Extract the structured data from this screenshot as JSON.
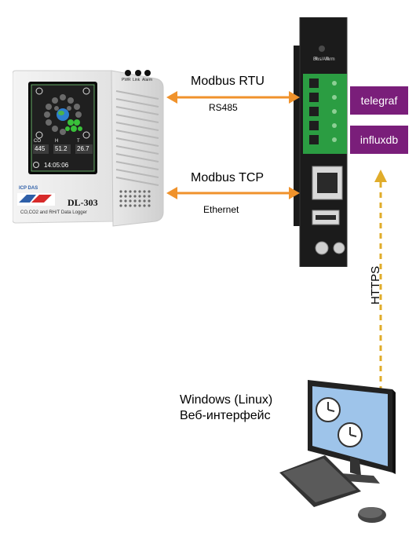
{
  "modbus_rtu": {
    "title": "Modbus RTU",
    "subtitle": "RS485"
  },
  "modbus_tcp": {
    "title": "Modbus TCP",
    "subtitle": "Ethernet"
  },
  "gateway": {
    "port_label": "Bus/Alarm",
    "services": [
      "telegraf",
      "influxdb"
    ]
  },
  "https_label": "HTTPS",
  "client": {
    "line1": "Windows (Linux)",
    "line2": "Веб-интерфейс"
  },
  "logger": {
    "brand": "ICP DAS",
    "model": "DL-303",
    "caption": "CO,CO2 and RH/T Data Logger",
    "leds": [
      "PWR",
      "Link",
      "Alarm"
    ],
    "readings": [
      {
        "label": "CO",
        "value": "445"
      },
      {
        "label": "H",
        "value": "51.2"
      },
      {
        "label": "T",
        "value": "26.7"
      }
    ],
    "time": "14:05:06"
  },
  "colors": {
    "arrow_orange": "#f0922b",
    "https_yellow": "#e0ac2a",
    "service_purple": "#7a1e7a"
  }
}
